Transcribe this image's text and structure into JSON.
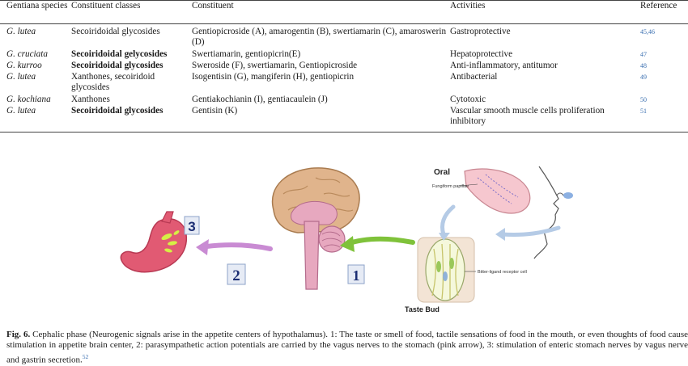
{
  "table": {
    "headers": [
      "Gentiana species",
      "Constituent classes",
      "Constituent",
      "Activities",
      "Reference"
    ],
    "rows": [
      {
        "species": "G. lutea",
        "class": "Secoiridoidal glycosides",
        "class_bold": false,
        "constituent": "Gentiopicroside (A), amarogentin (B), swertiamarin (C), amaroswerin (D)",
        "activity": "Gastroprotective",
        "ref": "45,46"
      },
      {
        "species": "G. cruciata",
        "class": "Secoiridoidal gelycosides",
        "class_bold": true,
        "constituent": "Swertiamarin, gentiopicrin(E)",
        "activity": "Hepatoprotective",
        "ref": "47"
      },
      {
        "species": "G. kurroo",
        "class": "Secoiridoidal glycosides",
        "class_bold": true,
        "constituent": "Sweroside (F), swertiamarin, Gentiopicroside",
        "activity": "Anti-inflammatory, antitumor",
        "ref": "48"
      },
      {
        "species": "G. lutea",
        "class": "Xanthones, secoiridoid glycosides",
        "class_bold": false,
        "constituent": "Isogentisin (G), mangiferin (H), gentiopicrin",
        "activity": "Antibacterial",
        "ref": "49"
      },
      {
        "species": "G. kochiana",
        "class": "Xanthones",
        "class_bold": false,
        "constituent": "Gentiakochianin (I), gentiacaulein (J)",
        "activity": "Cytotoxic",
        "ref": "50"
      },
      {
        "species": "G. lutea",
        "class": "Secoiridoidal glycosides",
        "class_bold": true,
        "constituent": "Gentisin (K)",
        "activity": "Vascular smooth muscle cells proliferation inhibitory",
        "ref": "51"
      }
    ]
  },
  "figure": {
    "labels": {
      "oral": "Oral",
      "fungiform": "Fungiform papillae",
      "receptor": "Bitter-ligand receptor cell",
      "taste_bud": "Taste Bud",
      "step1": "1",
      "step2": "2",
      "step3": "3"
    },
    "colors": {
      "stomach": "#e15a73",
      "brain": "#e0b48c",
      "brainstem": "#e7a8bf",
      "green_arrow": "#7fc23a",
      "pink_arrow": "#c98bd3",
      "blue_arrow": "#b5cbe6",
      "badge": "#e6ebf5",
      "badge_text": "#1c2e73"
    }
  },
  "caption": {
    "label": "Fig. 6.",
    "text": "Cephalic phase (Neurogenic signals arise in the appetite centers of hypothalamus). 1: The taste or smell of food, tactile sensations of food in the mouth, or even thoughts of food cause stimulation in appetite brain center, 2: parasympathetic action potentials are carried by the vagus nerves to the stomach (pink arrow), 3: stimulation of enteric stomach nerves by vagus nerve and gastrin secretion.",
    "ref": "52"
  }
}
